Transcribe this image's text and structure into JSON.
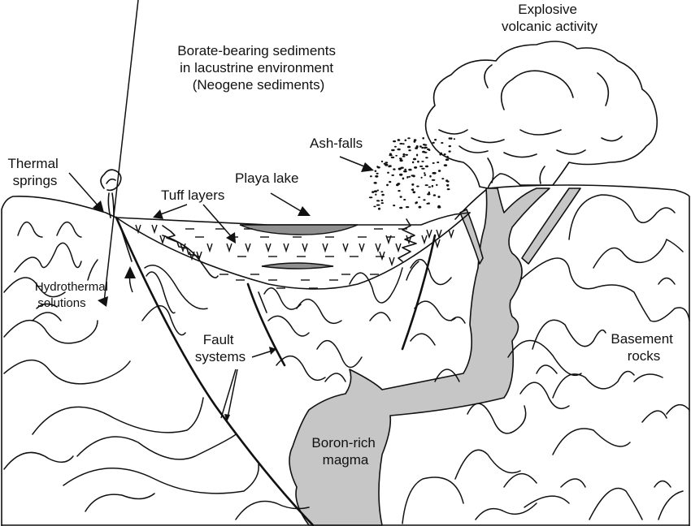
{
  "diagram": {
    "title": "Borate deposit formation geological cross-section",
    "colors": {
      "line": "#111111",
      "magma_fill": "#c6c6c6",
      "borate_lens_fill": "#8f8f8f",
      "background": "#ffffff"
    },
    "labels": {
      "borate_sediments": [
        "Borate-bearing sediments",
        "in lacustrine environment",
        "(Neogene sediments)"
      ],
      "explosive_volcanic": [
        "Explosive",
        "volcanic activity"
      ],
      "ash_falls": "Ash-falls",
      "thermal_springs": [
        "Thermal",
        "springs"
      ],
      "playa_lake": "Playa lake",
      "tuff_layers": "Tuff layers",
      "hydrothermal_solutions": [
        "Hydrothermal",
        "solutions"
      ],
      "fault_systems": [
        "Fault",
        "systems"
      ],
      "basement_rocks": [
        "Basement",
        "rocks"
      ],
      "boron_magma": [
        "Boron-rich",
        "magma"
      ]
    },
    "components": [
      {
        "id": "basement-rocks",
        "type": "folded-rock-region"
      },
      {
        "id": "basin-sediments",
        "type": "lacustrine-fill",
        "contains": [
          "tuff-layers",
          "borate-lenses"
        ]
      },
      {
        "id": "playa-lake",
        "type": "surface-lens"
      },
      {
        "id": "boron-magma",
        "type": "intrusion",
        "feeds": [
          "volcanic-conduit"
        ]
      },
      {
        "id": "volcanic-conduit",
        "type": "dike",
        "connects": [
          "boron-magma",
          "eruption-cloud"
        ]
      },
      {
        "id": "eruption-cloud",
        "type": "cloud"
      },
      {
        "id": "ash-falls",
        "type": "particles"
      },
      {
        "id": "thermal-spring",
        "type": "vent"
      },
      {
        "id": "main-fault",
        "type": "fault"
      },
      {
        "id": "secondary-faults",
        "type": "fault"
      }
    ],
    "relations": [
      {
        "from": "label-thermal-springs",
        "to": "thermal-spring"
      },
      {
        "from": "label-tuff-layers",
        "to": "tuff-layers"
      },
      {
        "from": "label-playa-lake",
        "to": "playa-lake"
      },
      {
        "from": "label-ash-falls",
        "to": "ash-falls"
      },
      {
        "from": "label-hydrothermal",
        "to": "main-fault"
      },
      {
        "from": "label-fault-systems",
        "to": "secondary-faults"
      }
    ]
  }
}
